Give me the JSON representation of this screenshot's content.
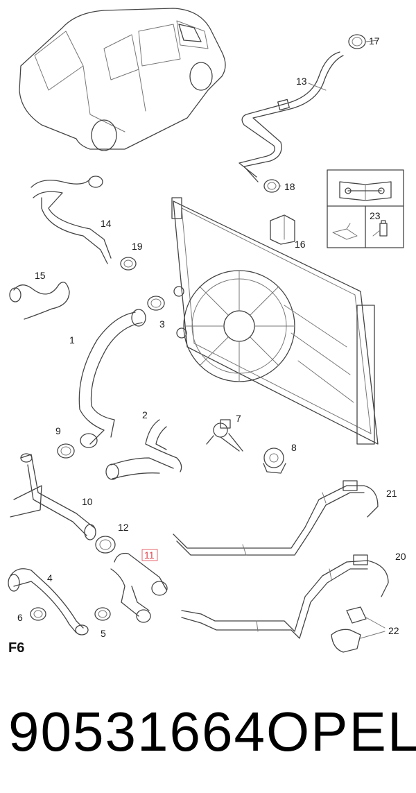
{
  "diagram": {
    "section_code": "F6",
    "highlight_color": "#e0404a",
    "part_numbers": [
      "1",
      "2",
      "3",
      "4",
      "5",
      "6",
      "7",
      "8",
      "9",
      "10",
      "11",
      "12",
      "13",
      "14",
      "15",
      "16",
      "17",
      "18",
      "19",
      "20",
      "21",
      "22",
      "23"
    ],
    "highlighted_part": "11",
    "icons": [
      "book-wrench-icon",
      "oil-can-icon",
      "spray-bottle-icon"
    ]
  },
  "footer": {
    "part_code": "90531664",
    "brand": "OPEL"
  }
}
